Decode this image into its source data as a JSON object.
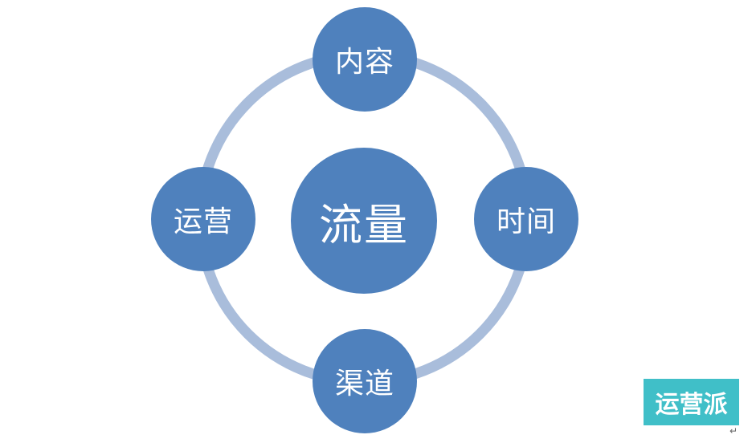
{
  "diagram": {
    "center": {
      "label": "流量"
    },
    "nodes": {
      "top": {
        "label": "内容"
      },
      "right": {
        "label": "时间"
      },
      "bottom": {
        "label": "渠道"
      },
      "left": {
        "label": "运营"
      }
    },
    "colors": {
      "node_fill": "#4f81bd",
      "ring_stroke": "#a9bddb",
      "text": "#ffffff"
    }
  },
  "watermark": {
    "label": "运营派",
    "background": "#40bfc8"
  },
  "return_mark": {
    "glyph": "↵"
  }
}
